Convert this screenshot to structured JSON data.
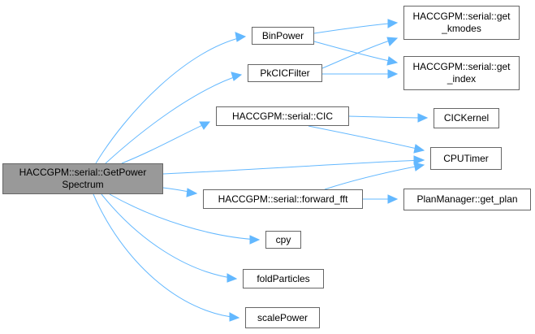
{
  "colors": {
    "edge": "#63b8ff",
    "node_border": "#666666",
    "root_fill": "#999999",
    "node_fill": "#ffffff"
  },
  "nodes": {
    "root": {
      "line1": "HACCGPM::serial::GetPower",
      "line2": "Spectrum"
    },
    "binpower": {
      "label": "BinPower"
    },
    "pkcicfilter": {
      "label": "PkCICFilter"
    },
    "cic": {
      "label": "HACCGPM::serial::CIC"
    },
    "forward_fft": {
      "label": "HACCGPM::serial::forward_fft"
    },
    "cpy": {
      "label": "cpy"
    },
    "foldparticles": {
      "label": "foldParticles"
    },
    "scalepower": {
      "label": "scalePower"
    },
    "get_kmodes": {
      "line1": "HACCGPM::serial::get",
      "line2": "_kmodes"
    },
    "get_index": {
      "line1": "HACCGPM::serial::get",
      "line2": "_index"
    },
    "cickernel": {
      "label": "CICKernel"
    },
    "cputimer": {
      "label": "CPUTimer"
    },
    "get_plan": {
      "label": "PlanManager::get_plan"
    }
  }
}
